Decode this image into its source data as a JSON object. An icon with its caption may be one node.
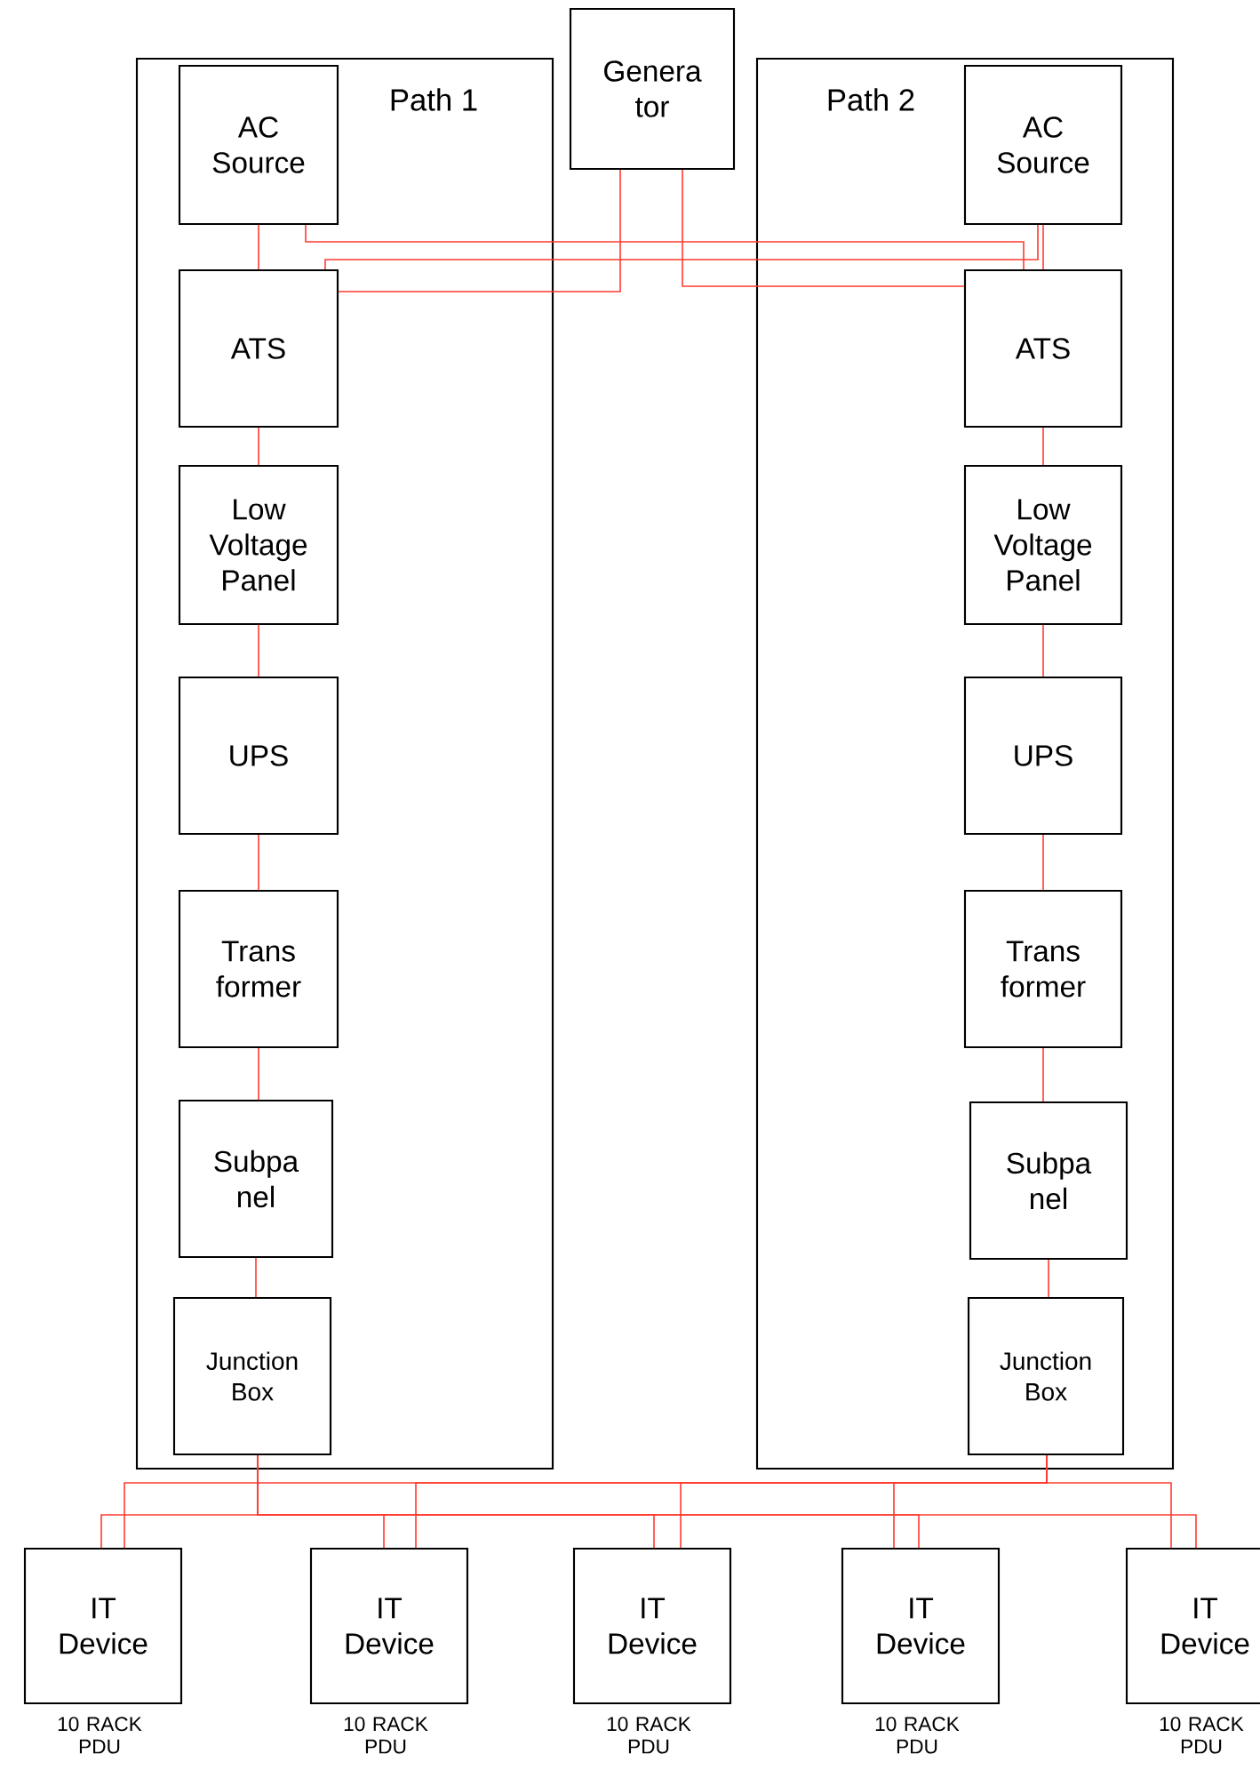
{
  "diagram": {
    "nodes": [
      {
        "text": [
          "Path 1"
        ]
      },
      {
        "text": [
          "AC Source"
        ],
        "in": 0
      },
      {
        "text": [
          "ATS"
        ],
        "in": 0
      },
      {
        "text": [
          "Low Voltage Panel"
        ],
        "in": 0
      },
      {
        "text": [
          "UPS"
        ],
        "in": 0
      },
      {
        "text": [
          "Trans former"
        ],
        "in": 0
      },
      {
        "text": [
          "Subpa nel"
        ],
        "in": 0
      },
      {
        "text": [
          "Junction Box"
        ],
        "in": 0
      },
      {
        "text": [
          "Genera tor"
        ]
      },
      {
        "text": [
          "Path 2"
        ]
      },
      {
        "text": [
          "AC Source"
        ],
        "in": 9
      },
      {
        "text": [
          "ATS"
        ],
        "in": 9
      },
      {
        "text": [
          "Low Voltage Panel"
        ],
        "in": 9
      },
      {
        "text": [
          "UPS"
        ],
        "in": 9
      },
      {
        "text": [
          "Trans former"
        ],
        "in": 9
      },
      {
        "text": [
          "Subpa nel"
        ],
        "in": 9
      },
      {
        "text": [
          "Junction Box"
        ],
        "in": 9
      },
      {
        "text": [
          "IT Device"
        ],
        "beside": [
          "10 RACK PDU"
        ]
      },
      {
        "text": [
          "IT Device"
        ],
        "beside": [
          "10 RACK PDU"
        ]
      },
      {
        "text": [
          "IT Device"
        ],
        "beside": [
          "10 RACK PDU"
        ]
      },
      {
        "text": [
          "IT Device"
        ],
        "beside": [
          "10 RACK PDU"
        ]
      },
      {
        "text": [
          "IT Device"
        ],
        "beside": [
          "10 RACK PDU"
        ]
      }
    ],
    "edges": [
      {
        "from": 1,
        "to": 2,
        "arrow": "none"
      },
      {
        "from": 2,
        "to": 3,
        "arrow": "none"
      },
      {
        "from": 3,
        "to": 4,
        "arrow": "none"
      },
      {
        "from": 4,
        "to": 5,
        "arrow": "none"
      },
      {
        "from": 5,
        "to": 6,
        "arrow": "none"
      },
      {
        "from": 6,
        "to": 7,
        "arrow": "none"
      },
      {
        "from": 10,
        "to": 11,
        "arrow": "none"
      },
      {
        "from": 11,
        "to": 12,
        "arrow": "none"
      },
      {
        "from": 12,
        "to": 13,
        "arrow": "none"
      },
      {
        "from": 13,
        "to": 14,
        "arrow": "none"
      },
      {
        "from": 14,
        "to": 15,
        "arrow": "none"
      },
      {
        "from": 15,
        "to": 16,
        "arrow": "none"
      },
      {
        "from": 1,
        "to": 11,
        "arrow": "none"
      },
      {
        "from": 10,
        "to": 2,
        "arrow": "none"
      },
      {
        "from": 8,
        "to": 2,
        "arrow": "none"
      },
      {
        "from": 8,
        "to": 11,
        "arrow": "none"
      },
      {
        "from": 7,
        "to": 17,
        "arrow": "none"
      },
      {
        "from": 7,
        "to": 18,
        "arrow": "none"
      },
      {
        "from": 7,
        "to": 19,
        "arrow": "none"
      },
      {
        "from": 7,
        "to": 20,
        "arrow": "none"
      },
      {
        "from": 7,
        "to": 21,
        "arrow": "none"
      },
      {
        "from": 16,
        "to": 17,
        "arrow": "none"
      },
      {
        "from": 16,
        "to": 18,
        "arrow": "none"
      },
      {
        "from": 16,
        "to": 19,
        "arrow": "none"
      },
      {
        "from": 16,
        "to": 20,
        "arrow": "none"
      },
      {
        "from": 16,
        "to": 21,
        "arrow": "none"
      }
    ]
  }
}
